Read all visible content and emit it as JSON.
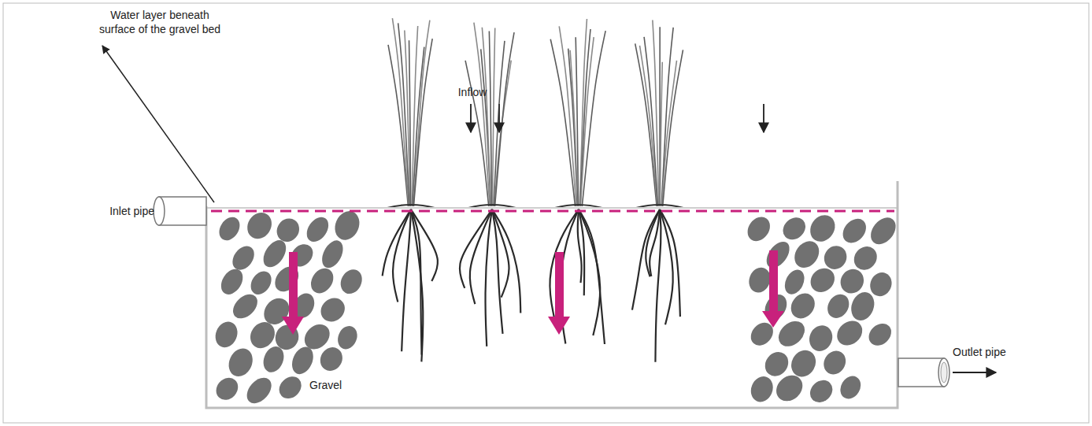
{
  "diagram": {
    "labels": [
      "Water layer beneath surface of the gravel bed",
      "Inflow",
      "Inlet pipe",
      "Outlet pipe",
      "Gravel"
    ]
  }
}
